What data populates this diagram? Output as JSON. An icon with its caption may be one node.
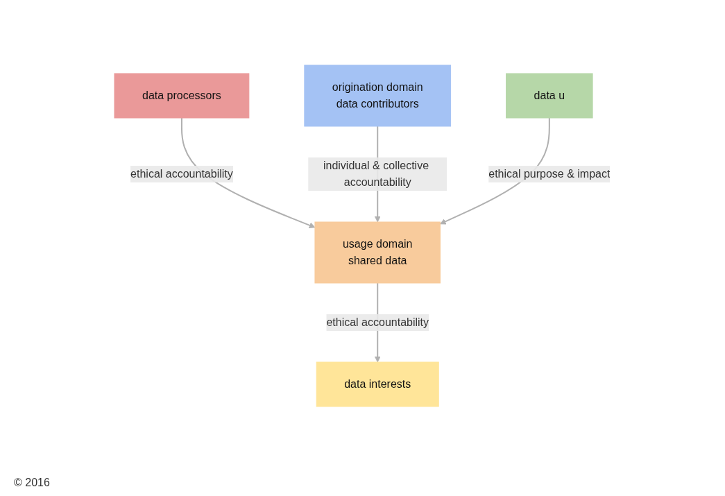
{
  "diagram": {
    "nodes": [
      {
        "text": [
          "data processors"
        ]
      },
      {
        "text": [
          "usage domain",
          "shared data"
        ]
      },
      {
        "text": [
          "origination domain",
          "data contributors"
        ]
      },
      {
        "text": [
          "data u"
        ]
      },
      {
        "text": [
          "data interests"
        ]
      }
    ],
    "edges": [
      {
        "from": 0,
        "to": 1,
        "arrow": "to",
        "label": "ethical accountability"
      },
      {
        "from": 2,
        "to": 1,
        "arrow": "to",
        "label": "individual & collective accountability"
      },
      {
        "from": 3,
        "to": 1,
        "arrow": "to",
        "label": "ethical purpose & impact"
      },
      {
        "from": 1,
        "to": 4,
        "arrow": "to",
        "label": "ethical accountability"
      }
    ],
    "labels": [
      "© 2016"
    ]
  }
}
